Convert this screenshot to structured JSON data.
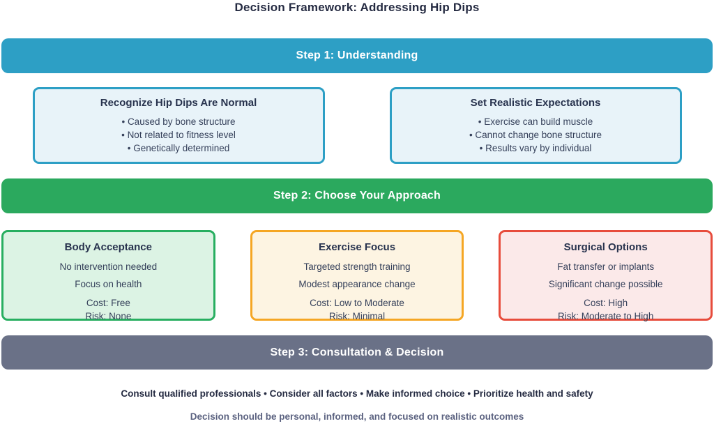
{
  "title": "Decision Framework: Addressing Hip Dips",
  "steps": {
    "step1": {
      "label": "Step 1: Understanding",
      "color": "#2D9FC5"
    },
    "step2": {
      "label": "Step 2: Choose Your Approach",
      "color": "#2BA95E"
    },
    "step3": {
      "label": "Step 3: Consultation & Decision",
      "color": "#6A7187"
    }
  },
  "understanding": {
    "boxes": [
      {
        "title": "Recognize Hip Dips Are Normal",
        "bullets": [
          "Caused by bone structure",
          "Not related to fitness level",
          "Genetically determined"
        ],
        "fill": "#E8F3F9",
        "border": "#2D9FC5"
      },
      {
        "title": "Set Realistic Expectations",
        "bullets": [
          "Exercise can build muscle",
          "Cannot change bone structure",
          "Results vary by individual"
        ],
        "fill": "#E8F3F9",
        "border": "#2D9FC5"
      }
    ]
  },
  "approaches": {
    "boxes": [
      {
        "title": "Body Acceptance",
        "lines": [
          "No intervention needed",
          "Focus on health"
        ],
        "cost": "Cost: Free",
        "risk": "Risk: None",
        "fill": "#DCF3E4",
        "border": "#27AE60"
      },
      {
        "title": "Exercise Focus",
        "lines": [
          "Targeted strength training",
          "Modest appearance change"
        ],
        "cost": "Cost: Low to Moderate",
        "risk": "Risk: Minimal",
        "fill": "#FDF4E2",
        "border": "#F5A623"
      },
      {
        "title": "Surgical Options",
        "lines": [
          "Fat transfer or implants",
          "Significant change possible"
        ],
        "cost": "Cost: High",
        "risk": "Risk: Moderate to High",
        "fill": "#FBE9E9",
        "border": "#E74C3C"
      }
    ]
  },
  "footer": {
    "line1": "Consult qualified professionals • Consider all factors • Make informed choice • Prioritize health and safety",
    "line2": "Decision should be personal, informed, and focused on realistic outcomes"
  }
}
